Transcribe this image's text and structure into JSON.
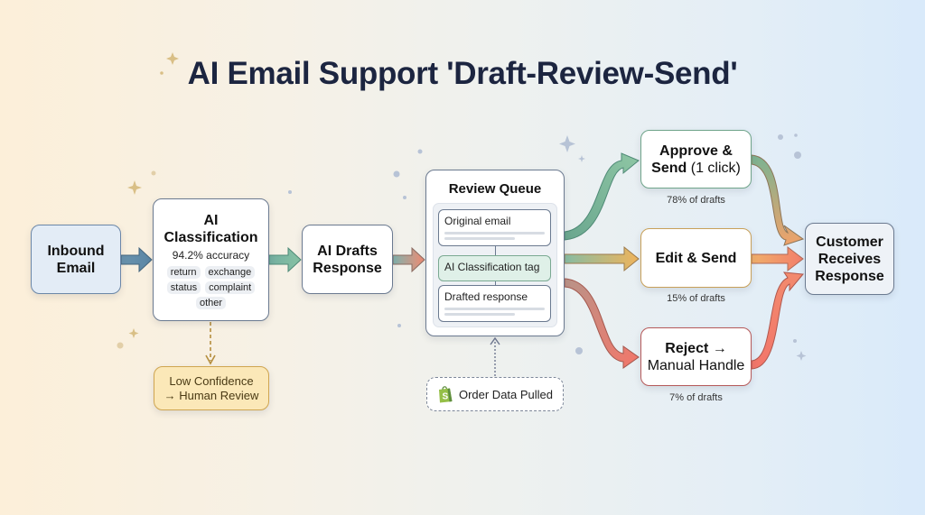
{
  "title": "AI Email Support 'Draft-Review-Send'",
  "nodes": {
    "inbound": {
      "line1": "Inbound",
      "line2": "Email"
    },
    "classification": {
      "line1": "AI",
      "line2": "Classification",
      "accuracy": "94.2% accuracy",
      "tags": [
        "return",
        "exchange",
        "status",
        "complaint",
        "other"
      ]
    },
    "low_confidence": {
      "line1": "Low Confidence",
      "line2": "→ Human Review"
    },
    "drafts": {
      "line1": "AI Drafts",
      "line2": "Response"
    },
    "review_queue": {
      "title": "Review Queue",
      "cards": [
        "Original email",
        "AI Classification tag",
        "Drafted response"
      ]
    },
    "order_data": {
      "label": "Order Data Pulled",
      "icon": "shopify-bag-icon"
    },
    "approve": {
      "line1": "Approve &",
      "line2_bold": "Send",
      "line2_light": "(1 click)",
      "share": "78% of drafts"
    },
    "edit": {
      "line1": "Edit & Send",
      "share": "15% of drafts"
    },
    "reject": {
      "line1": "Reject →",
      "line2": "Manual Handle",
      "share": "7% of drafts"
    },
    "customer": {
      "line1": "Customer",
      "line2": "Receives",
      "line3": "Response"
    }
  },
  "outcome_shares_percent": {
    "approve_send": 78,
    "edit_send": 15,
    "reject_manual": 7
  },
  "colors": {
    "title": "#1c2540",
    "approve": "#6fa48a",
    "edit": "#e7b25e",
    "reject": "#ee7a6a",
    "low_confidence_fill": "#fbe8b8",
    "shopify_green": "#95bf47"
  }
}
